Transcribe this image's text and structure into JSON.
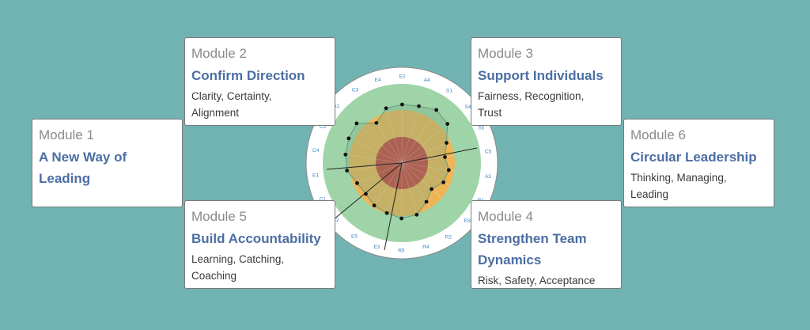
{
  "modules": [
    {
      "module": "Module 1",
      "title": "A New Way of Leading",
      "subtitle": ""
    },
    {
      "module": "Module 2",
      "title": "Confirm Direction",
      "subtitle": "Clarity, Certainty, Alignment"
    },
    {
      "module": "Module 3",
      "title": "Support Individuals",
      "subtitle": "Fairness, Recognition, Trust"
    },
    {
      "module": "Module 4",
      "title": "Strengthen Team Dynamics",
      "subtitle": "Risk, Safety, Acceptance"
    },
    {
      "module": "Module 5",
      "title": "Build Accountability",
      "subtitle": "Learning, Catching, Coaching"
    },
    {
      "module": "Module 6",
      "title": "Circular Leadership",
      "subtitle": "Thinking, Managing, Leading"
    }
  ],
  "radar": {
    "labels": [
      "E4",
      "E2",
      "A4",
      "S1",
      "S4",
      "S5",
      "C5",
      "A3",
      "R1",
      "R3",
      "R2",
      "R4",
      "R5",
      "E3",
      "E5",
      "S2",
      "C1",
      "E1",
      "C4",
      "C2",
      "A1",
      "C3"
    ],
    "values": [
      0.72,
      0.74,
      0.75,
      0.8,
      0.76,
      0.62,
      0.55,
      0.6,
      0.58,
      0.5,
      0.58,
      0.68,
      0.7,
      0.66,
      0.64,
      0.6,
      0.62,
      0.7,
      0.72,
      0.74,
      0.76,
      0.6
    ],
    "colors": {
      "outer_ring": "#ffffff",
      "green_zone": "#9fd4a9",
      "amber_zone": "#efb456",
      "red_zone": "#c93b3a",
      "label_color": "#3a84c4"
    }
  }
}
